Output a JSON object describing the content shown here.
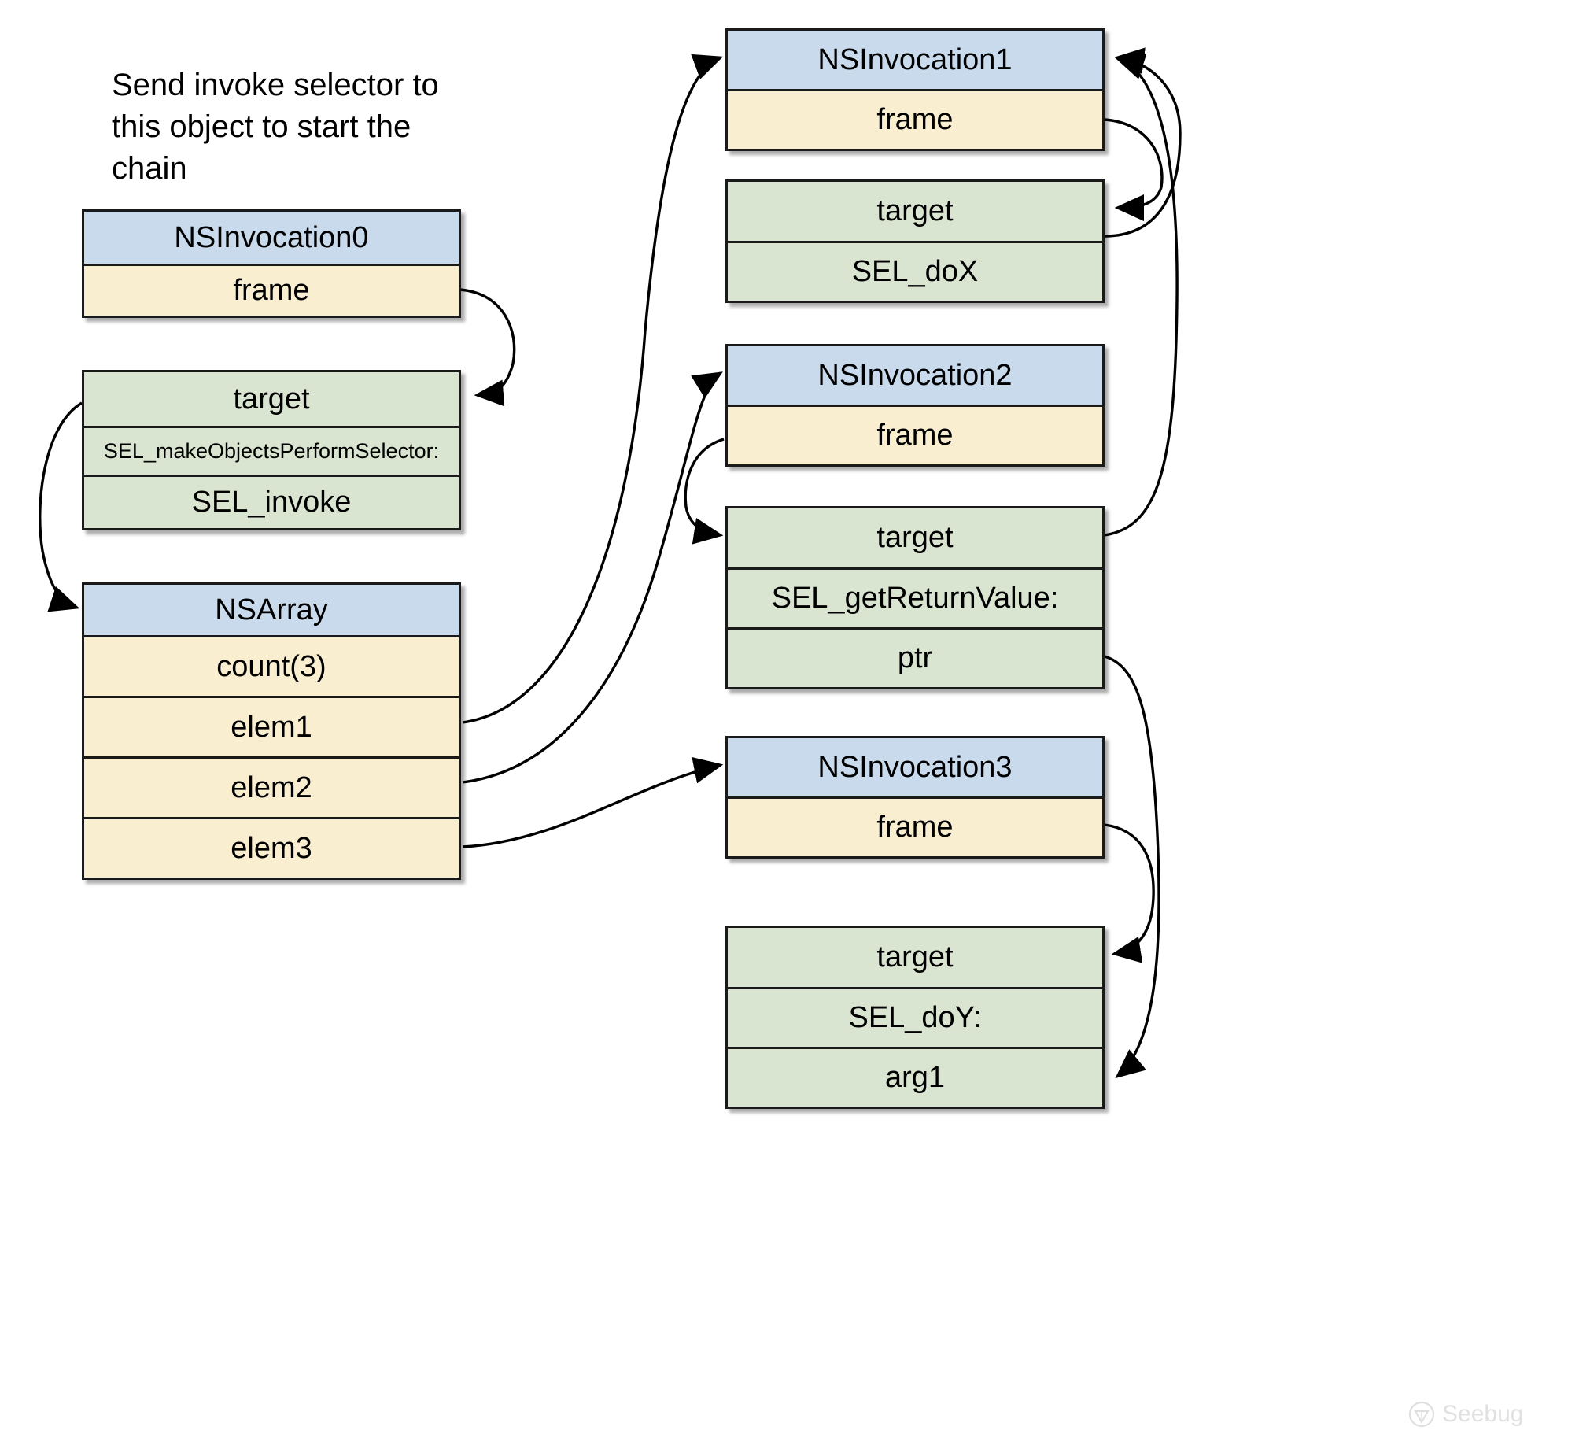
{
  "note": {
    "text": "Send invoke selector to\nthis object to start the\nchain"
  },
  "colors": {
    "header_blue": "#c8daec",
    "field_yellow": "#faeed0",
    "target_green": "#d9e5d1",
    "border": "#1a1a1a"
  },
  "watermark": {
    "label": "Seebug"
  },
  "chart_data": {
    "type": "diagram",
    "title": "NSInvocation chain via NSArray makeObjectsPerformSelector",
    "nodes": [
      {
        "id": "inv0",
        "rows": [
          {
            "text": "NSInvocation0",
            "style": "hdr"
          },
          {
            "text": "frame",
            "style": "field"
          }
        ]
      },
      {
        "id": "target0",
        "rows": [
          {
            "text": "target",
            "style": "green"
          },
          {
            "text": "SEL_makeObjectsPerformSelector:",
            "style": "green small"
          },
          {
            "text": "SEL_invoke",
            "style": "green"
          }
        ]
      },
      {
        "id": "nsarray",
        "rows": [
          {
            "text": "NSArray",
            "style": "hdr"
          },
          {
            "text": "count(3)",
            "style": "field"
          },
          {
            "text": "elem1",
            "style": "field"
          },
          {
            "text": "elem2",
            "style": "field"
          },
          {
            "text": "elem3",
            "style": "field"
          }
        ]
      },
      {
        "id": "inv1",
        "rows": [
          {
            "text": "NSInvocation1",
            "style": "hdr"
          },
          {
            "text": "frame",
            "style": "field"
          }
        ]
      },
      {
        "id": "target1",
        "rows": [
          {
            "text": "target",
            "style": "green"
          },
          {
            "text": "SEL_doX",
            "style": "green"
          }
        ]
      },
      {
        "id": "inv2",
        "rows": [
          {
            "text": "NSInvocation2",
            "style": "hdr"
          },
          {
            "text": "frame",
            "style": "field"
          }
        ]
      },
      {
        "id": "target2",
        "rows": [
          {
            "text": "target",
            "style": "green"
          },
          {
            "text": "SEL_getReturnValue:",
            "style": "green"
          },
          {
            "text": "ptr",
            "style": "green"
          }
        ]
      },
      {
        "id": "inv3",
        "rows": [
          {
            "text": "NSInvocation3",
            "style": "hdr"
          },
          {
            "text": "frame",
            "style": "field"
          }
        ]
      },
      {
        "id": "target3",
        "rows": [
          {
            "text": "target",
            "style": "green"
          },
          {
            "text": "SEL_doY:",
            "style": "green"
          },
          {
            "text": "arg1",
            "style": "green"
          }
        ]
      }
    ],
    "edges": [
      {
        "from": "inv0.frame",
        "to": "target0.target"
      },
      {
        "from": "target0.left",
        "to": "nsarray.NSArray"
      },
      {
        "from": "nsarray.elem1",
        "to": "inv1.NSInvocation1"
      },
      {
        "from": "nsarray.elem2",
        "to": "inv2.NSInvocation2"
      },
      {
        "from": "nsarray.elem3",
        "to": "inv3.NSInvocation3"
      },
      {
        "from": "inv1.frame",
        "to": "target1.target"
      },
      {
        "from": "target1.right",
        "to": "inv1.NSInvocation1"
      },
      {
        "from": "inv2.frame",
        "to": "target2.target"
      },
      {
        "from": "target2.right",
        "to": "inv1.NSInvocation1"
      },
      {
        "from": "inv3.frame",
        "to": "target3.target"
      },
      {
        "from": "target2.ptr",
        "to": "target3.arg1"
      }
    ]
  },
  "boxes": {
    "inv0": {
      "rows": [
        {
          "label": "NSInvocation0"
        },
        {
          "label": "frame"
        }
      ]
    },
    "target0": {
      "rows": [
        {
          "label": "target"
        },
        {
          "label": "SEL_makeObjectsPerformSelector:"
        },
        {
          "label": "SEL_invoke"
        }
      ]
    },
    "nsarray": {
      "rows": [
        {
          "label": "NSArray"
        },
        {
          "label": "count(3)"
        },
        {
          "label": "elem1"
        },
        {
          "label": "elem2"
        },
        {
          "label": "elem3"
        }
      ]
    },
    "inv1": {
      "rows": [
        {
          "label": "NSInvocation1"
        },
        {
          "label": "frame"
        }
      ]
    },
    "target1": {
      "rows": [
        {
          "label": "target"
        },
        {
          "label": "SEL_doX"
        }
      ]
    },
    "inv2": {
      "rows": [
        {
          "label": "NSInvocation2"
        },
        {
          "label": "frame"
        }
      ]
    },
    "target2": {
      "rows": [
        {
          "label": "target"
        },
        {
          "label": "SEL_getReturnValue:"
        },
        {
          "label": "ptr"
        }
      ]
    },
    "inv3": {
      "rows": [
        {
          "label": "NSInvocation3"
        },
        {
          "label": "frame"
        }
      ]
    },
    "target3": {
      "rows": [
        {
          "label": "target"
        },
        {
          "label": "SEL_doY:"
        },
        {
          "label": "arg1"
        }
      ]
    }
  }
}
